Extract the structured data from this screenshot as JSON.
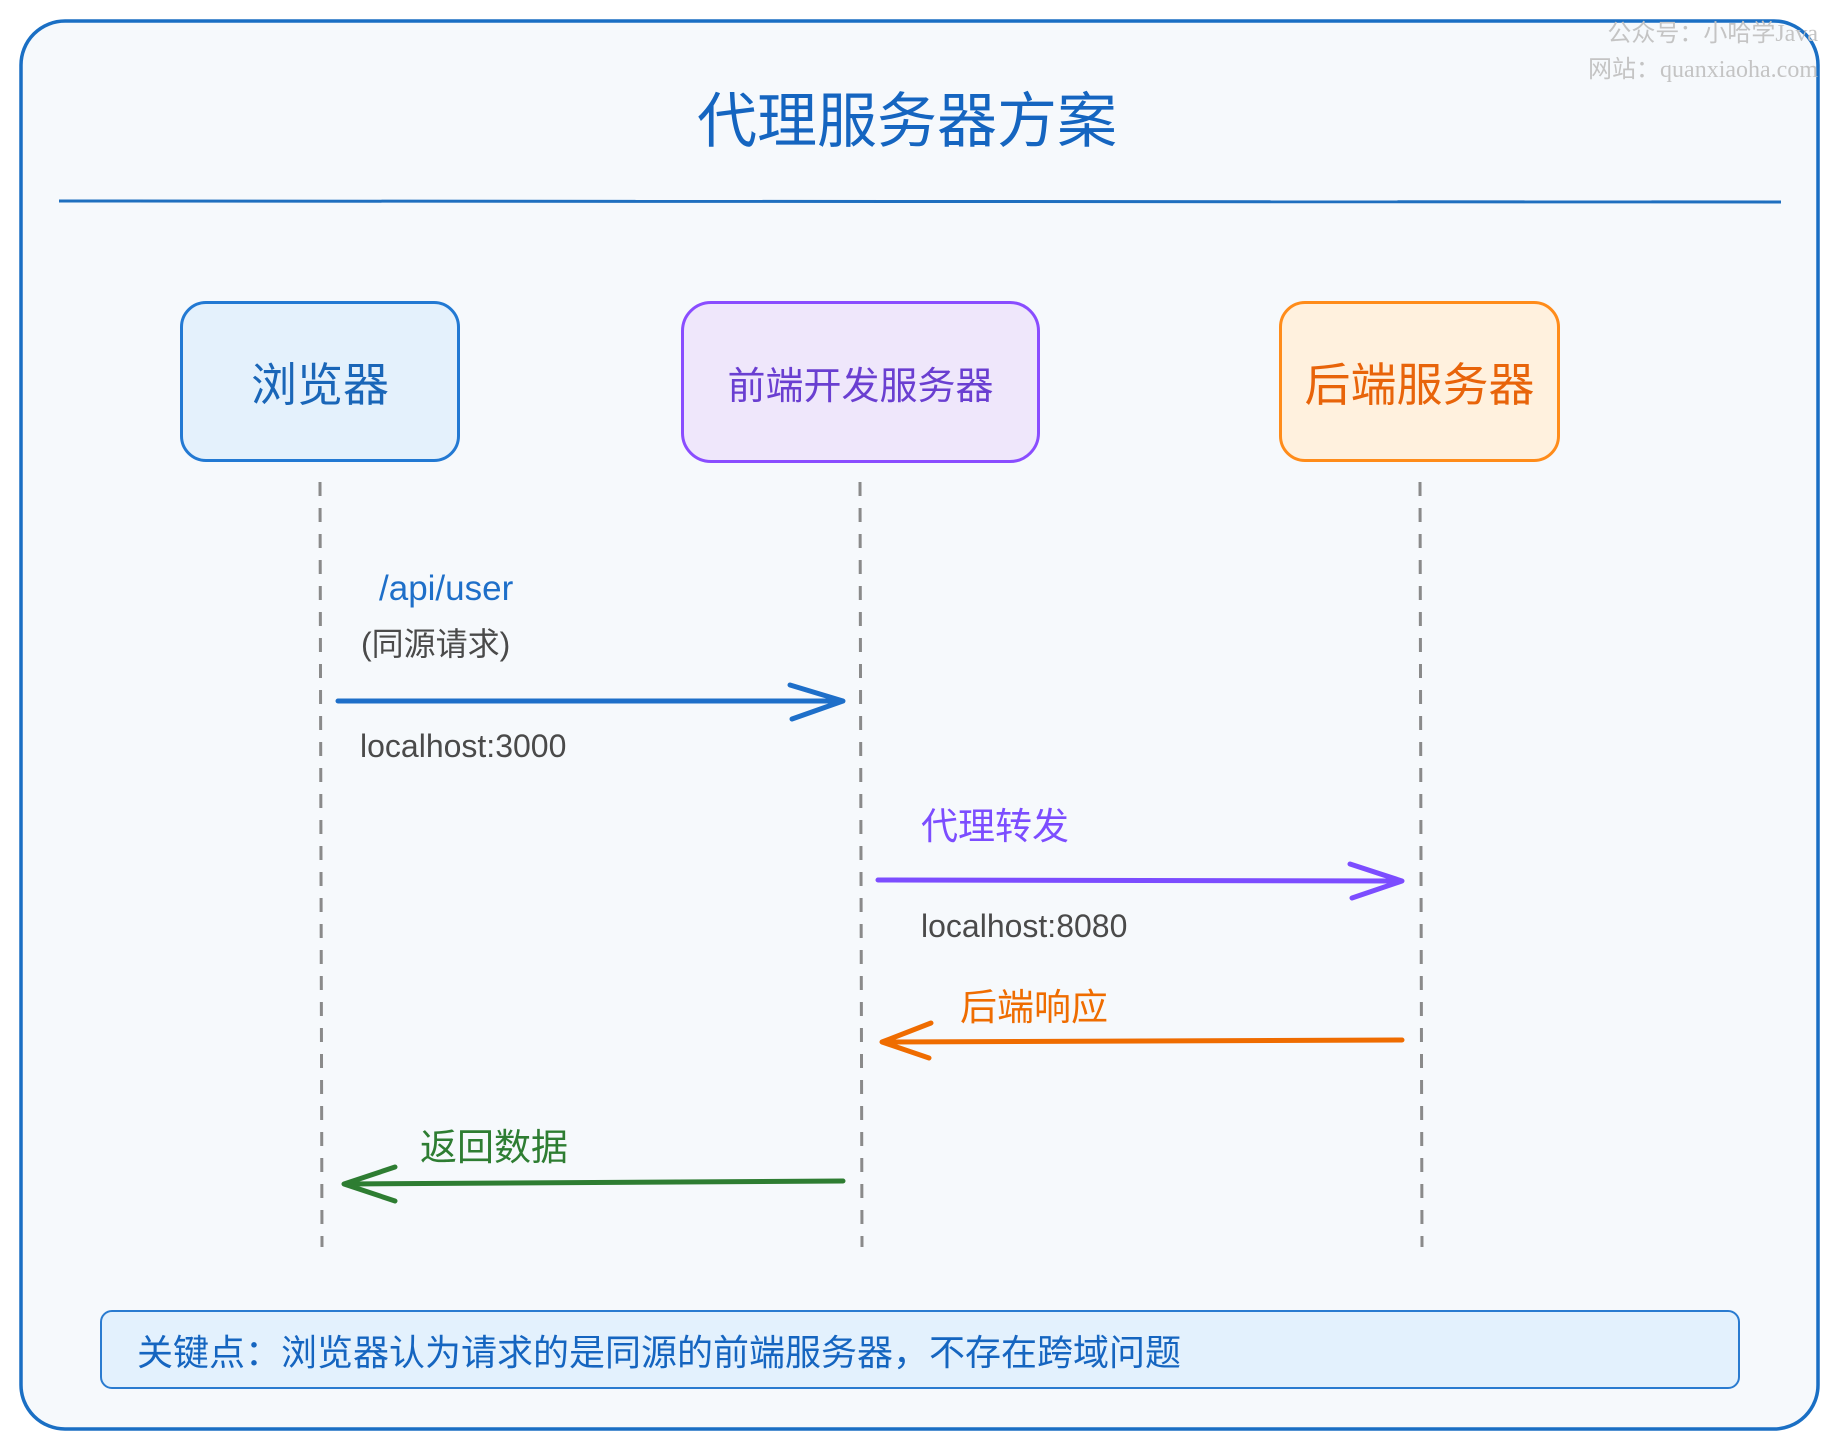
{
  "title": "代理服务器方案",
  "watermark": {
    "line1": "公众号：小哈学Java",
    "line2": "网站：quanxiaoha.com"
  },
  "actors": {
    "browser": "浏览器",
    "frontend": "前端开发服务器",
    "backend": "后端服务器"
  },
  "messages": {
    "request": {
      "path": "/api/user",
      "note": "(同源请求)",
      "host": "localhost:3000"
    },
    "proxy": {
      "label": "代理转发",
      "host": "localhost:8080"
    },
    "response": {
      "label": "后端响应"
    },
    "return": {
      "label": "返回数据"
    }
  },
  "key_note": "关键点：浏览器认为请求的是同源的前端服务器，不存在跨域问题",
  "colors": {
    "frame": "#1a6fc4",
    "browser": "#2279d3",
    "frontend": "#8a4dff",
    "backend": "#ff8c1a",
    "request_arrow": "#1e6fc9",
    "proxy_arrow": "#7c4dff",
    "response_arrow": "#ef6c00",
    "return_arrow": "#2e7d32",
    "lifeline": "#8a8a8a"
  }
}
